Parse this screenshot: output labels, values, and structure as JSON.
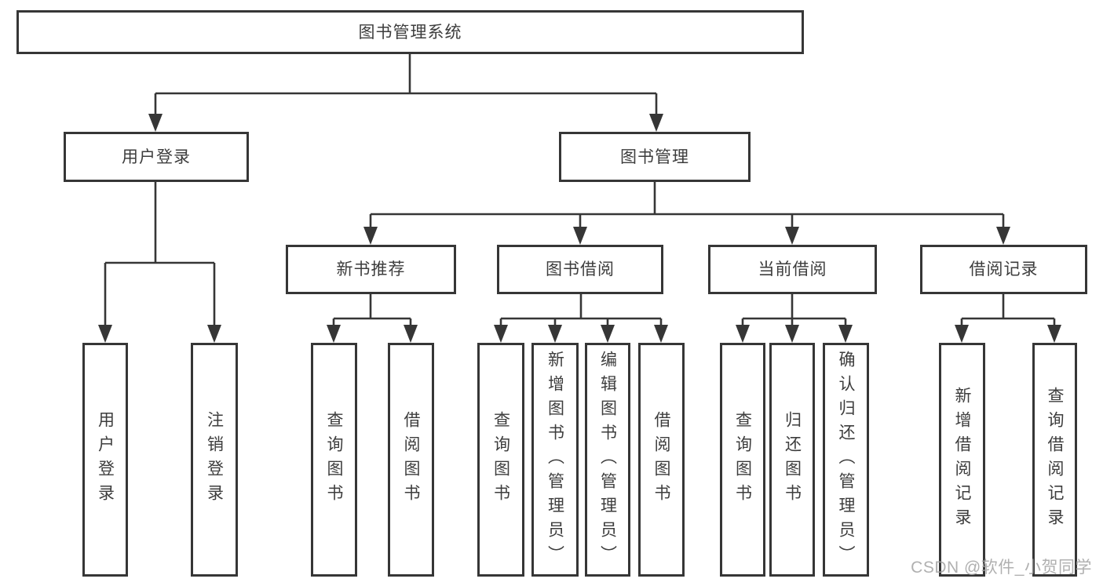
{
  "tree": {
    "label": "图书管理系统",
    "children": [
      {
        "label": "用户登录",
        "children": [
          {
            "label": "用户登录"
          },
          {
            "label": "注销登录"
          }
        ]
      },
      {
        "label": "图书管理",
        "children": [
          {
            "label": "新书推荐",
            "children": [
              {
                "label": "查询图书"
              },
              {
                "label": "借阅图书"
              }
            ]
          },
          {
            "label": "图书借阅",
            "children": [
              {
                "label": "查询图书"
              },
              {
                "label": "新增图书（管理员）"
              },
              {
                "label": "编辑图书（管理员）"
              },
              {
                "label": "借阅图书"
              }
            ]
          },
          {
            "label": "当前借阅",
            "children": [
              {
                "label": "查询图书"
              },
              {
                "label": "归还图书"
              },
              {
                "label": "确认归还（管理员）"
              }
            ]
          },
          {
            "label": "借阅记录",
            "children": [
              {
                "label": "新增借阅记录"
              },
              {
                "label": "查询借阅记录"
              }
            ]
          }
        ]
      }
    ]
  },
  "watermark": {
    "text": "CSDN @软件_小贺同学"
  },
  "colors": {
    "line": "#363636",
    "text": "#3d3d3d",
    "watermark": "#a3a3a3",
    "background": "#ffffff"
  }
}
